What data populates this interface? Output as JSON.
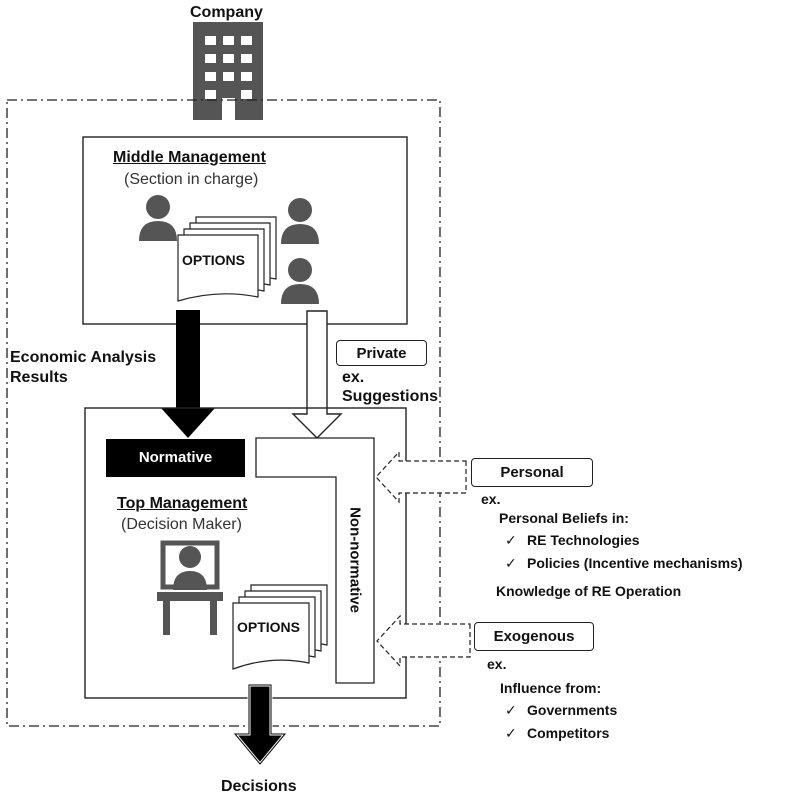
{
  "company": {
    "label": "Company"
  },
  "middle_management": {
    "title": "Middle Management",
    "subtitle": "(Section in charge)",
    "options_label": "OPTIONS"
  },
  "economic_analysis": {
    "line1": "Economic Analysis",
    "line2": "Results"
  },
  "private": {
    "label": "Private",
    "ex": "ex.",
    "example": "Suggestions"
  },
  "top_management": {
    "title": "Top Management",
    "subtitle": "(Decision Maker)",
    "options_label": "OPTIONS"
  },
  "normative": {
    "label": "Normative"
  },
  "non_normative": {
    "label": "Non-normative"
  },
  "personal": {
    "label": "Personal",
    "ex": "ex.",
    "beliefs_heading": "Personal Beliefs in:",
    "items": [
      "RE Technologies",
      "Policies (Incentive mechanisms)"
    ],
    "extra": "Knowledge of RE Operation"
  },
  "exogenous": {
    "label": "Exogenous",
    "ex": "ex.",
    "influence_heading": "Influence from:",
    "items": [
      "Governments",
      "Competitors"
    ]
  },
  "decisions": {
    "label": "Decisions"
  }
}
